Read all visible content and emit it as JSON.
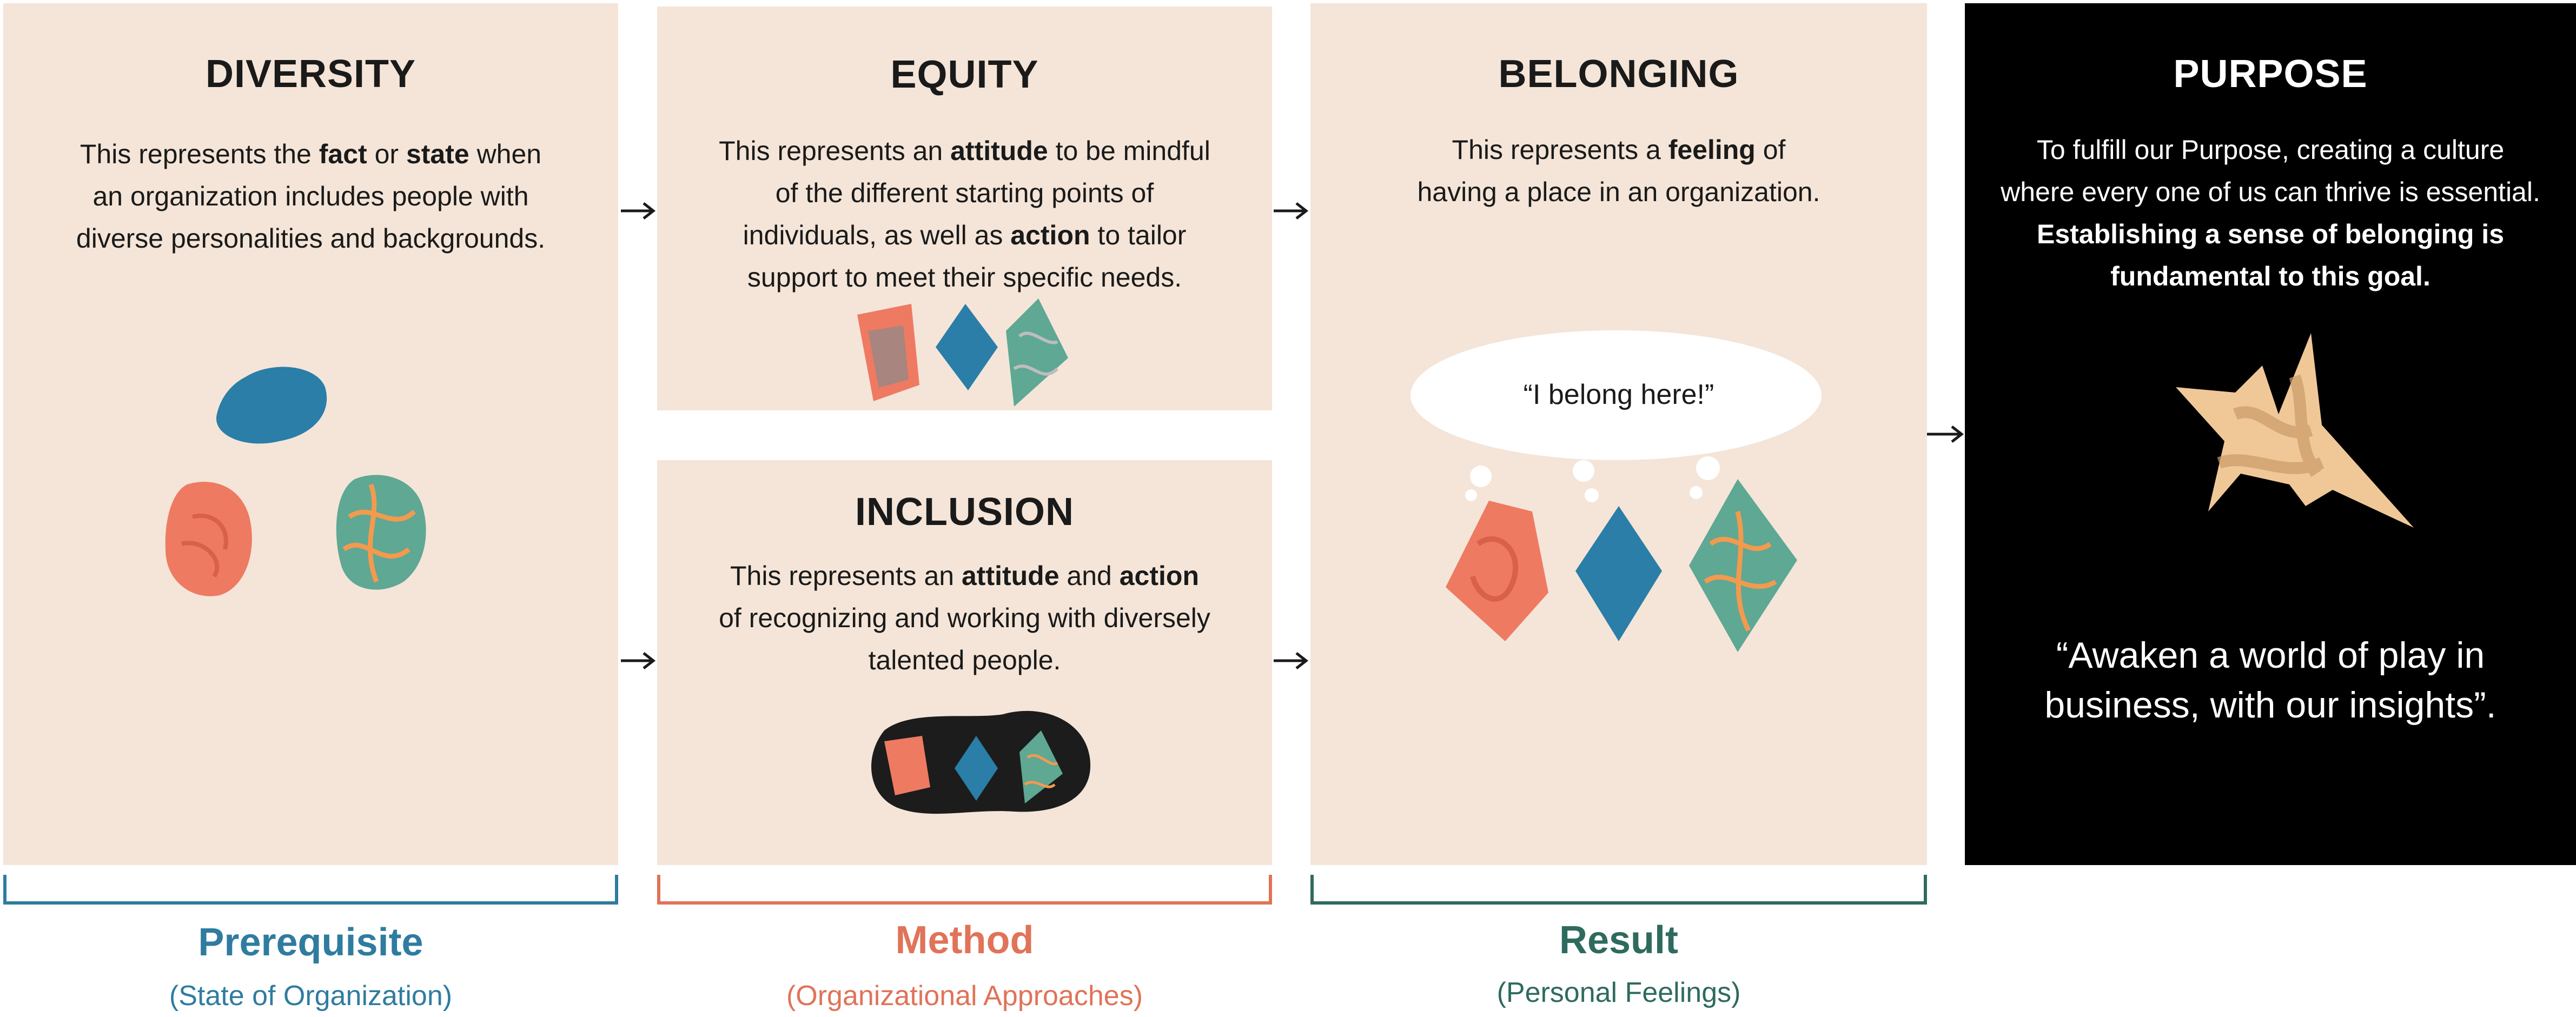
{
  "panels": {
    "diversity": {
      "title": "DIVERSITY",
      "desc": [
        [
          "This represents the ",
          "fact",
          " or ",
          "state",
          " when"
        ],
        [
          "an organization includes people with"
        ],
        [
          "diverse personalities and backgrounds."
        ]
      ]
    },
    "equity": {
      "title": "EQUITY",
      "desc": [
        [
          "This represents an ",
          "attitude",
          " to be mindful"
        ],
        [
          "of the different starting points of"
        ],
        [
          "individuals, as well as ",
          "action",
          " to tailor"
        ],
        [
          "support to meet their specific needs."
        ]
      ]
    },
    "inclusion": {
      "title": "INCLUSION",
      "desc": [
        [
          "This represents an ",
          "attitude",
          " and ",
          "action"
        ],
        [
          "of recognizing and working with diversely"
        ],
        [
          "talented people."
        ]
      ]
    },
    "belonging": {
      "title": "BELONGING",
      "desc": [
        [
          "This represents a ",
          "feeling",
          " of"
        ],
        [
          "having a place in an organization."
        ]
      ],
      "speech": "“I belong here!”"
    },
    "purpose": {
      "title": "PURPOSE",
      "desc": [
        [
          "To fulfill our Purpose, creating a culture"
        ],
        [
          "where every one of us can thrive is essential."
        ],
        [
          "",
          "Establishing a sense of belonging is"
        ],
        [
          "",
          "fundamental to this goal."
        ]
      ],
      "quote_line1": "“Awaken a world of play in",
      "quote_line2": "business, with our insights”."
    }
  },
  "categories": {
    "prerequisite": {
      "label": "Prerequisite",
      "sub": "(State of Organization)",
      "color": "#2f7ca0"
    },
    "method": {
      "label": "Method",
      "sub": "(Organizational Approaches)",
      "color": "#e07358"
    },
    "result": {
      "label": "Result",
      "sub": "(Personal Feelings)",
      "color": "#2e6b5e"
    }
  },
  "colors": {
    "panel_bg": "#f4e5d8",
    "purpose_bg": "#000000",
    "coral": "#ee7a62",
    "blue": "#2a7ea8",
    "teal": "#5ea894",
    "orange_line": "#f29a4e",
    "gold": "#f0c898"
  }
}
